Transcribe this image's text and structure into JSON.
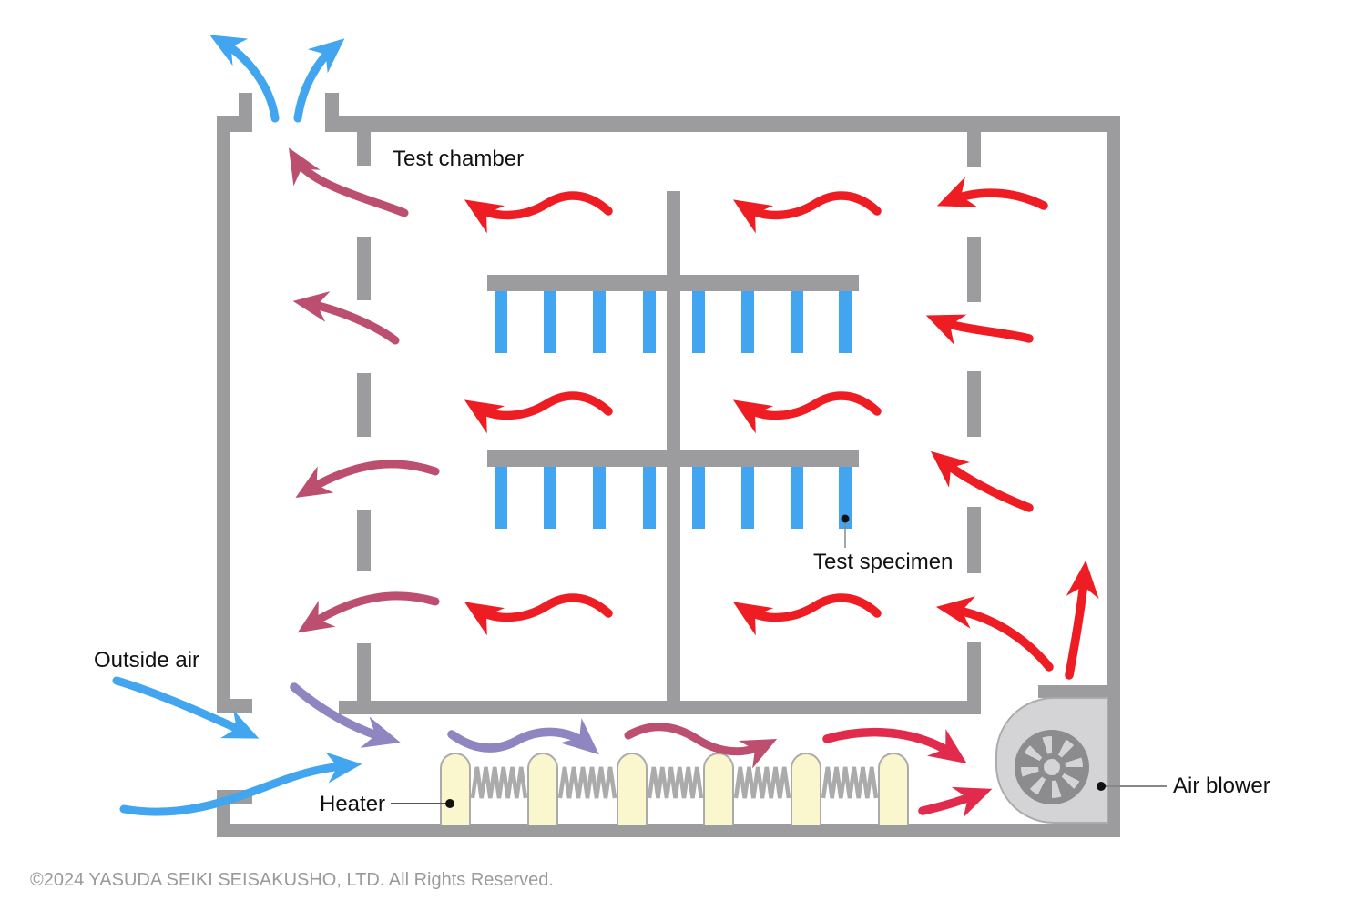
{
  "diagram": {
    "labels": {
      "test_chamber": "Test chamber",
      "test_specimen": "Test specimen",
      "outside_air": "Outside air",
      "heater": "Heater",
      "air_blower": "Air blower"
    },
    "figure": {
      "racks": 2,
      "specimens_per_rack": 8,
      "heater_elements": 6,
      "heater_coils": 5,
      "fan_blades": 8
    },
    "colors": {
      "wall": "#9c9c9e",
      "outside_air_blue": "#41a5f0",
      "hot_air_red": "#ee1c23",
      "recirculated_air_maroon": "#bc4f70",
      "mixed_air_purple": "#8f86c1",
      "heated_air_crimson": "#e22a4c",
      "specimen_blue": "#42a5f1",
      "heater_yellow": "#faf7cf",
      "blower_body_gray": "#d4d4d6",
      "fan_blade_gray": "#8c8c8e",
      "spring_gray": "#ababab",
      "label_text": "#111111",
      "copyright_gray": "#9a9a9a"
    }
  },
  "footer": {
    "copyright": "©2024 YASUDA SEIKI SEISAKUSHO, LTD. All Rights Reserved."
  }
}
